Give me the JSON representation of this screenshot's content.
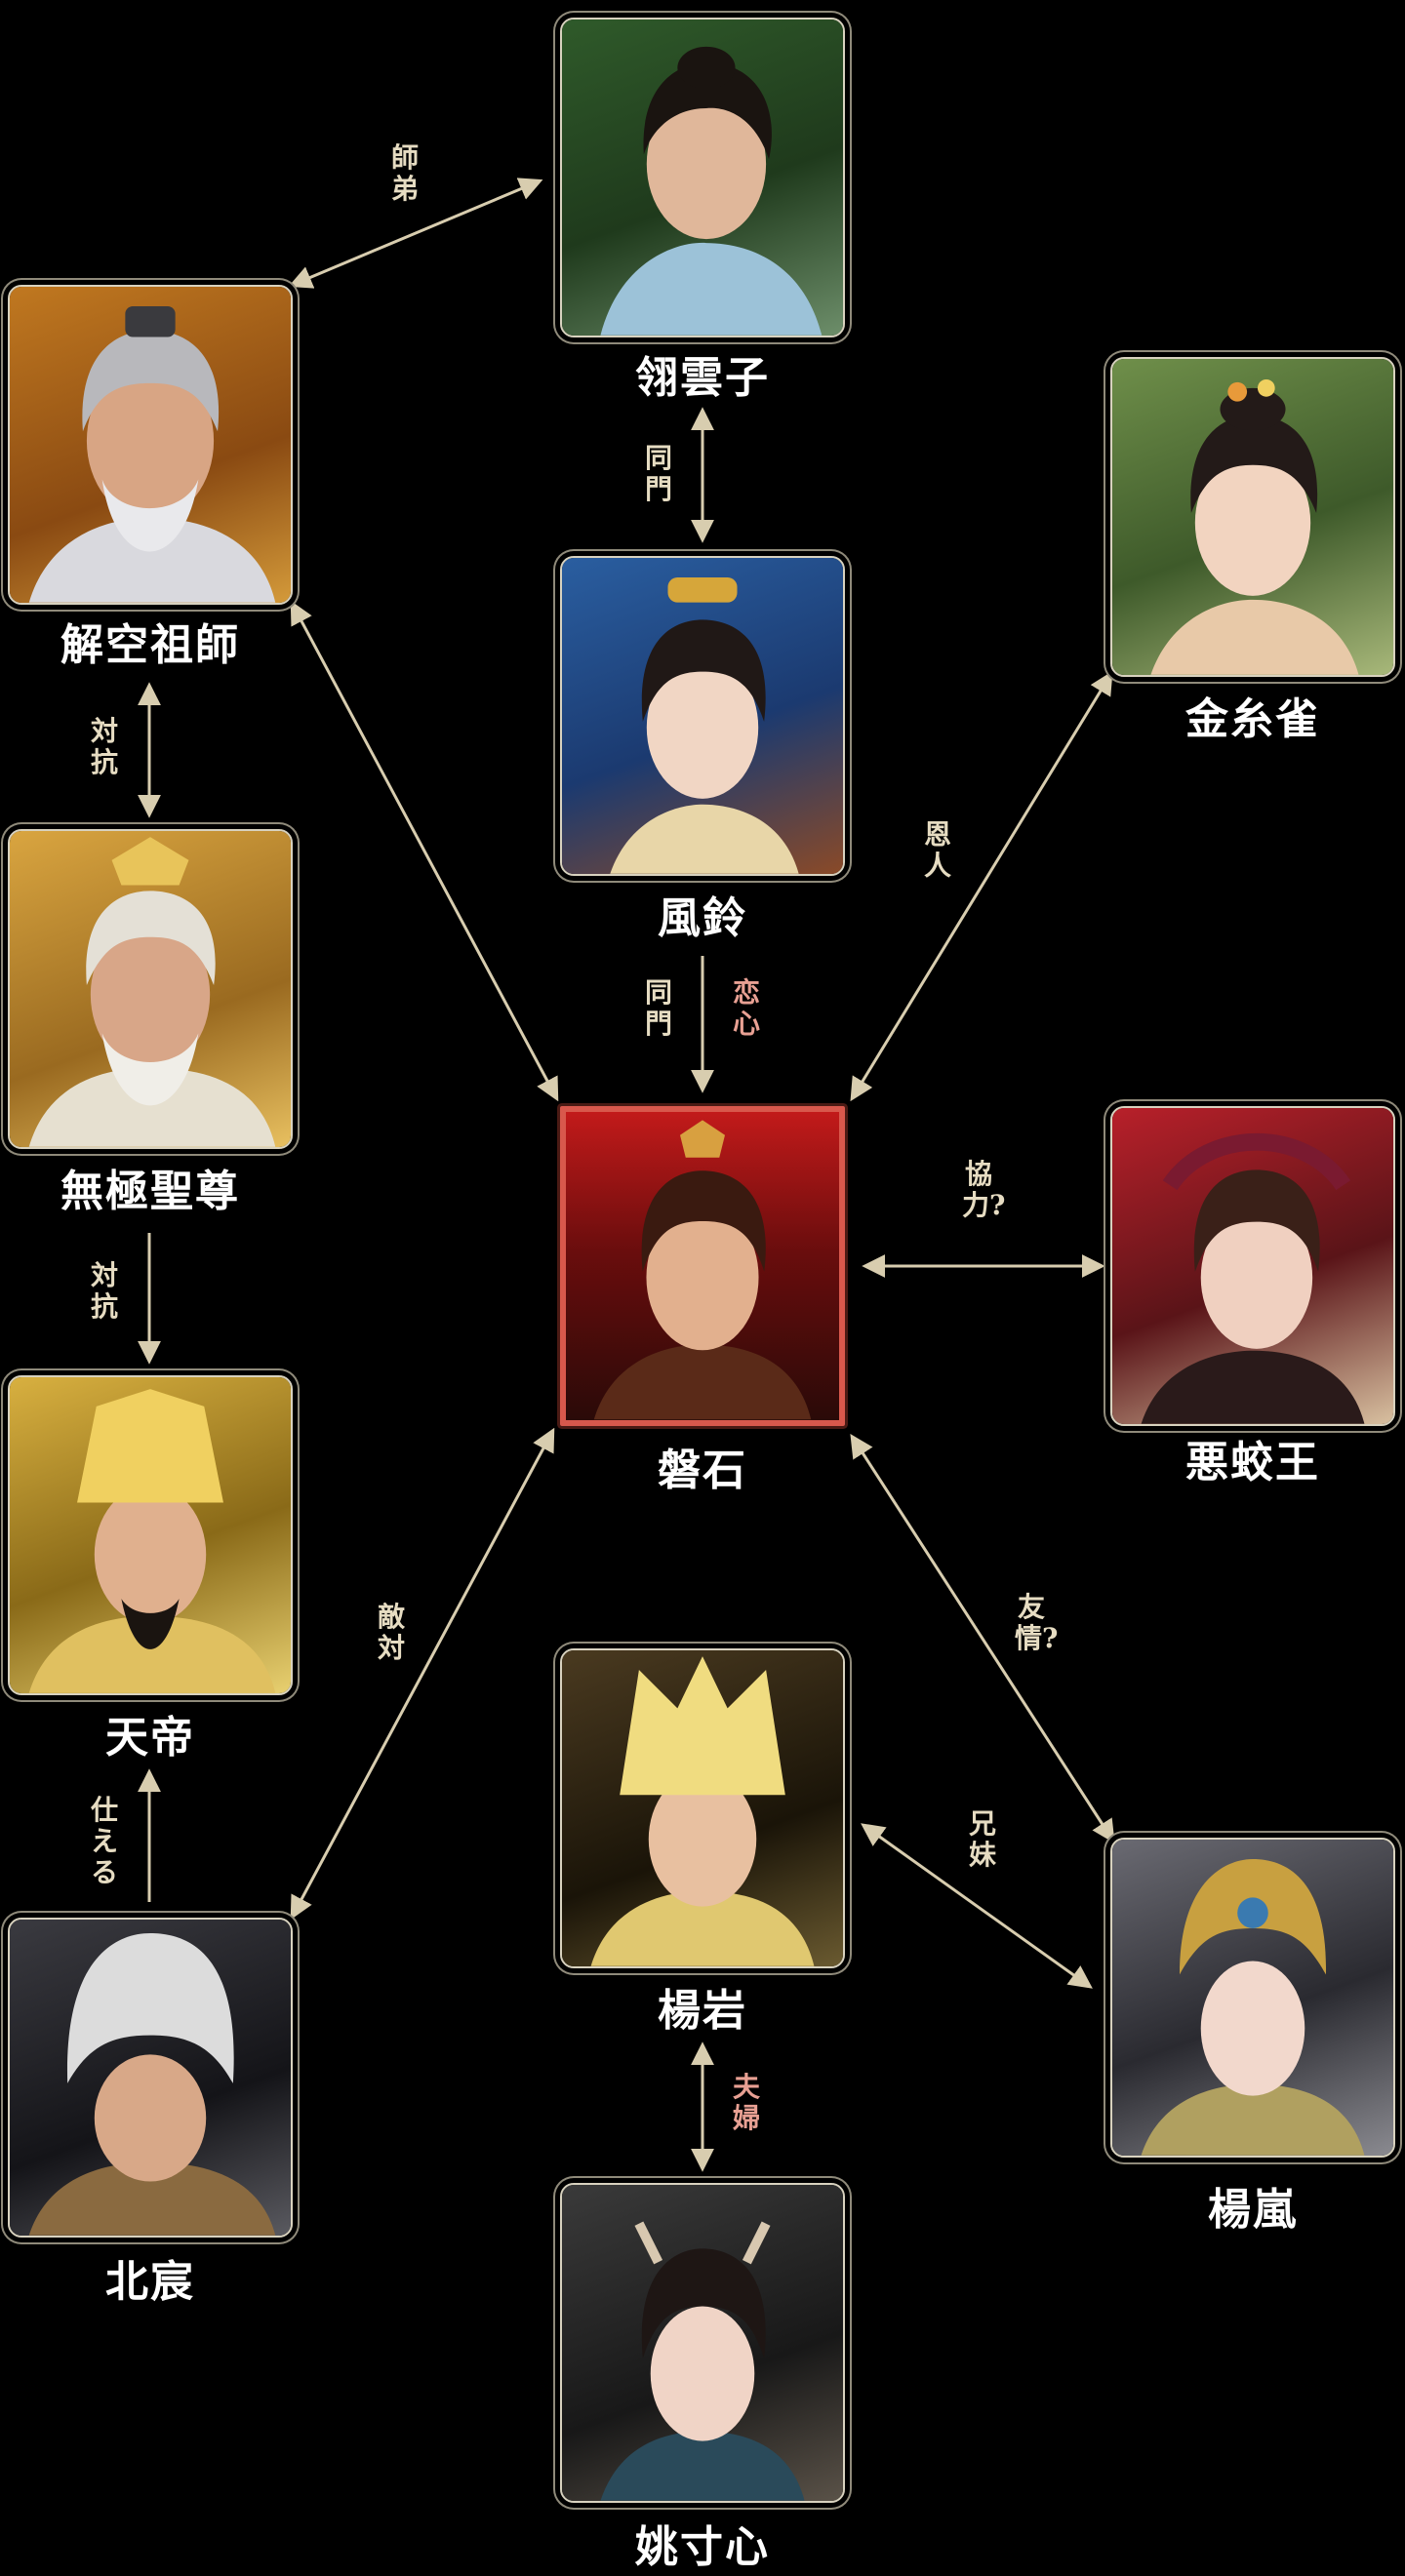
{
  "colors": {
    "background": "#000000",
    "arrow": "#d8cdaf",
    "label": "#e6dcc2",
    "label_love": "#e8a093",
    "hero_frame": "#d8584c"
  },
  "characters": {
    "xuyunzi": {
      "name": "翎雲子"
    },
    "jiekong": {
      "name": "解空祖師"
    },
    "jinsique": {
      "name": "金糸雀"
    },
    "fengling": {
      "name": "風鈴"
    },
    "wuji": {
      "name": "無極聖尊"
    },
    "panshi": {
      "name": "磐石"
    },
    "ejiaowang": {
      "name": "悪蛟王"
    },
    "tiandi": {
      "name": "天帝"
    },
    "yangyan": {
      "name": "楊岩"
    },
    "yanglan": {
      "name": "楊嵐"
    },
    "beichen": {
      "name": "北宸"
    },
    "yaocunxin": {
      "name": "姚寸心"
    }
  },
  "relations": {
    "shitei": "師弟",
    "doumon1": "同門",
    "onjin": "恩人",
    "taikou1": "対抗",
    "doumon2": "同門",
    "renshin": "恋心",
    "kyouryoku": "協力?",
    "taikou2": "対抗",
    "tekitai": "敵対",
    "yuujou": "友情?",
    "kyoudai": "兄妹",
    "tsukaeru": "仕える",
    "fuufu": "夫婦"
  }
}
